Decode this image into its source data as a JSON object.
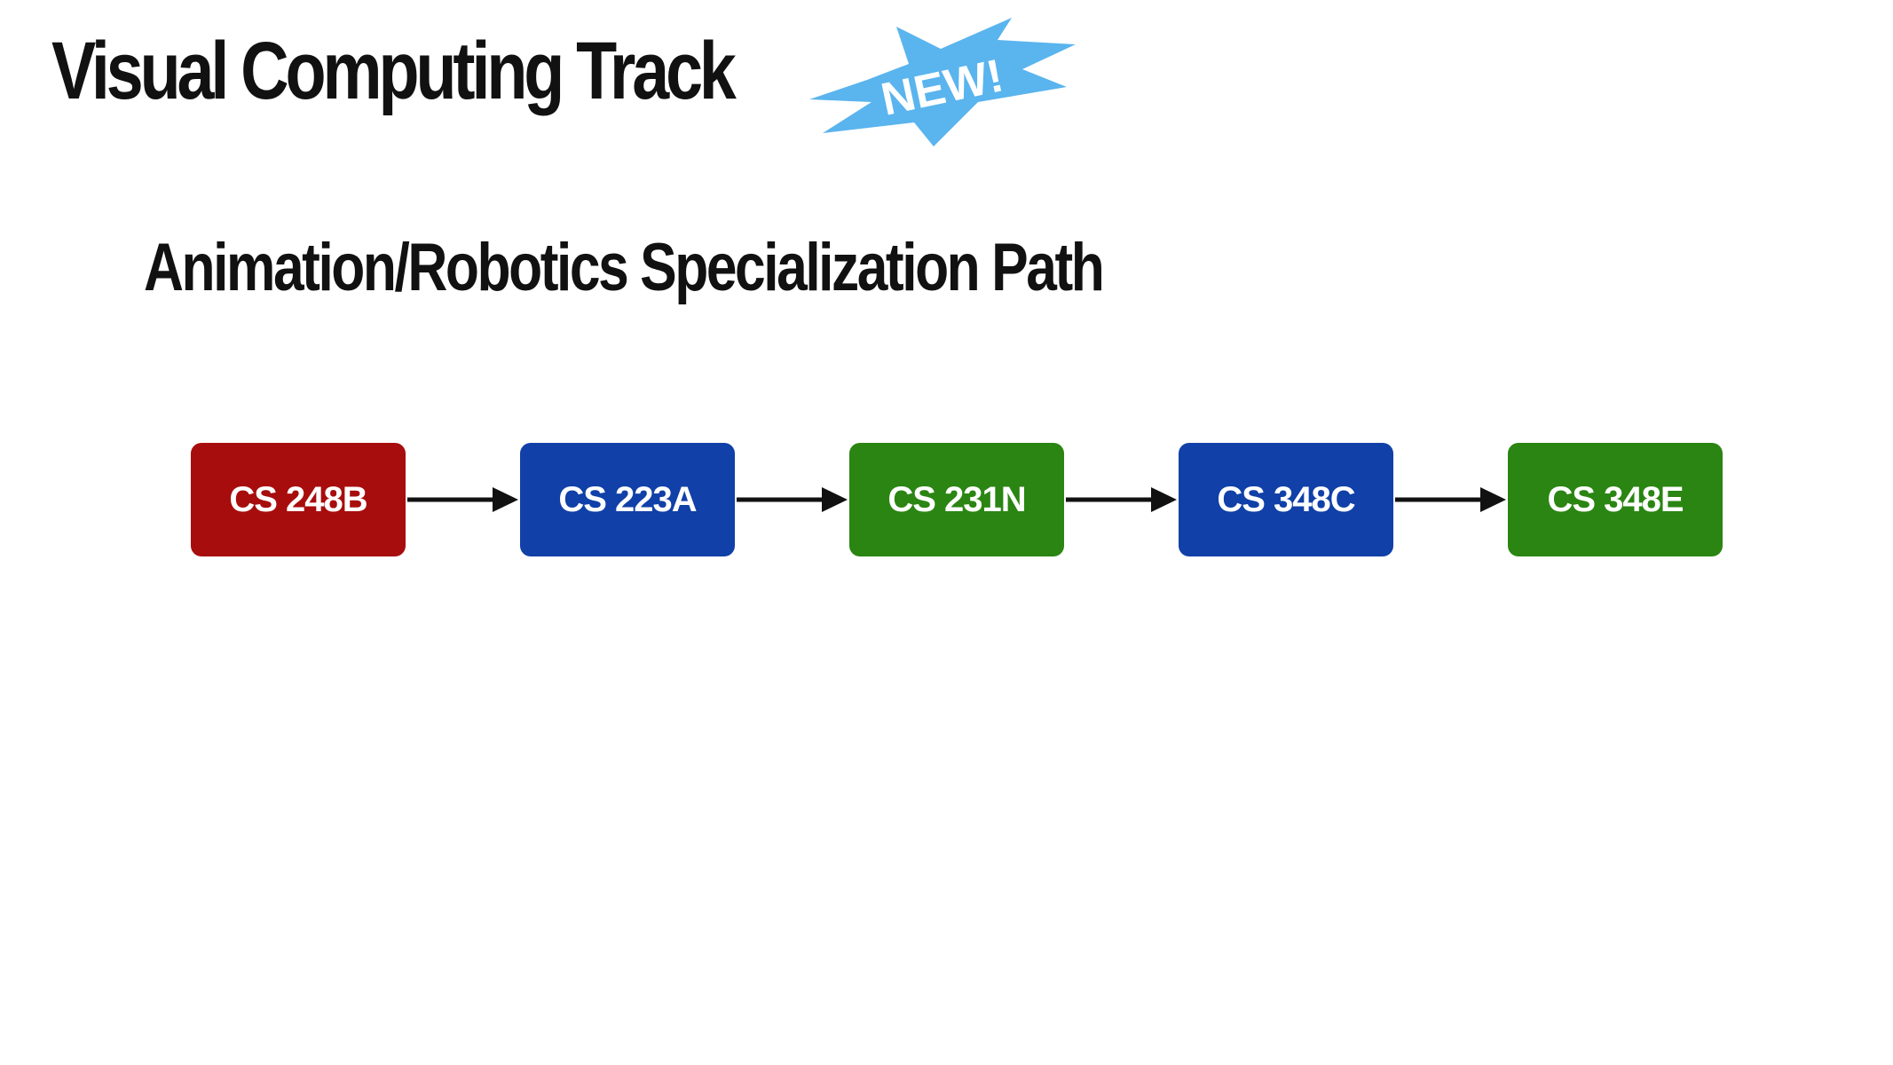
{
  "slide": {
    "title": "Visual Computing Track",
    "badge": "NEW!",
    "subtitle": "Animation/Robotics Specialization Path"
  },
  "colors": {
    "red": "#a80d0d",
    "blue": "#1040a8",
    "green": "#2a8512",
    "badge": "#5ab4ee"
  },
  "path": {
    "nodes": [
      {
        "label": "CS 248B",
        "color": "red"
      },
      {
        "label": "CS 223A",
        "color": "blue"
      },
      {
        "label": "CS 231N",
        "color": "green"
      },
      {
        "label": "CS 348C",
        "color": "blue"
      },
      {
        "label": "CS 348E",
        "color": "green"
      }
    ],
    "edges": [
      {
        "from": "CS 248B",
        "to": "CS 223A"
      },
      {
        "from": "CS 223A",
        "to": "CS 231N"
      },
      {
        "from": "CS 231N",
        "to": "CS 348C"
      },
      {
        "from": "CS 348C",
        "to": "CS 348E"
      }
    ]
  }
}
